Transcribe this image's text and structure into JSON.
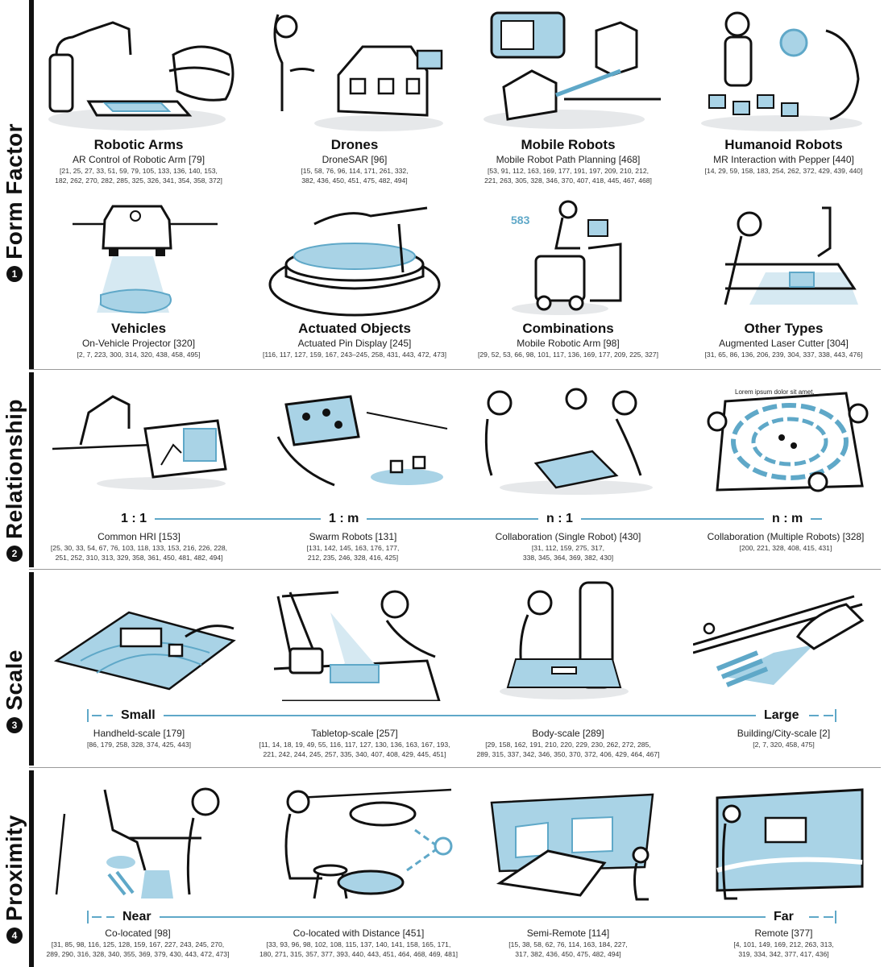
{
  "sections": [
    {
      "title": "Form Factor",
      "number": "1",
      "rows": [
        [
          {
            "title": "Robotic Arms",
            "example": "AR Control of Robotic Arm [79]",
            "refs": [
              "[21, 25, 27, 33, 51, 59, 79, 105, 133, 136, 140, 153,",
              "182, 262, 270, 282, 285, 325, 326, 341, 354, 358, 372]"
            ]
          },
          {
            "title": "Drones",
            "example": "DroneSAR [96]",
            "refs": [
              "[15, 58, 76, 96, 114, 171, 261, 332,",
              "382, 436, 450, 451, 475, 482, 494]"
            ]
          },
          {
            "title": "Mobile Robots",
            "example": "Mobile Robot Path Planning [468]",
            "refs": [
              "[53, 91, 112, 163, 169, 177, 191, 197, 209, 210, 212,",
              "221, 263, 305, 328, 346, 370, 407, 418, 445, 467, 468]"
            ]
          },
          {
            "title": "Humanoid Robots",
            "example": "MR Interaction with Pepper [440]",
            "refs": [
              "[14, 29, 59, 158, 183, 254, 262, 372, 429, 439, 440]"
            ]
          }
        ],
        [
          {
            "title": "Vehicles",
            "example": "On-Vehicle Projector [320]",
            "refs": [
              "[2, 7, 223, 300, 314, 320, 438, 458, 495]"
            ]
          },
          {
            "title": "Actuated Objects",
            "example": "Actuated Pin Display [245]",
            "refs": [
              "[116, 117, 127, 159, 167, 243–245, 258, 431, 443, 472, 473]"
            ]
          },
          {
            "title": "Combinations",
            "example": "Mobile Robotic Arm [98]",
            "refs": [
              "[29, 52, 53, 66, 98, 101, 117, 136, 169, 177, 209, 225, 327]"
            ]
          },
          {
            "title": "Other Types",
            "example": "Augmented Laser Cutter [304]",
            "refs": [
              "[31, 65, 86, 136, 206, 239, 304, 337, 338, 443, 476]"
            ]
          }
        ]
      ]
    },
    {
      "title": "Relationship",
      "number": "2",
      "axis": {
        "labels": [
          "1 : 1",
          "1 : m",
          "n : 1",
          "n : m"
        ]
      },
      "annotation": "Lorem ipsum dolor sit amet,",
      "items": [
        {
          "example": "Common HRI [153]",
          "refs": [
            "[25, 30, 33, 54, 67, 76, 103, 118, 133, 153, 216, 226, 228,",
            "251, 252, 310, 313, 329, 358, 361, 450, 481, 482, 494]"
          ]
        },
        {
          "example": "Swarm Robots [131]",
          "refs": [
            "[131, 142, 145, 163, 176, 177,",
            "212, 235, 246, 328, 416, 425]"
          ]
        },
        {
          "example": "Collaboration (Single Robot) [430]",
          "refs": [
            "[31, 112, 159, 275, 317,",
            "338, 345, 364, 369, 382, 430]"
          ]
        },
        {
          "example": "Collaboration (Multiple Robots) [328]",
          "refs": [
            "[200, 221, 328, 408, 415, 431]"
          ]
        }
      ]
    },
    {
      "title": "Scale",
      "number": "3",
      "axis": {
        "left": "Small",
        "right": "Large"
      },
      "items": [
        {
          "example": "Handheld-scale [179]",
          "refs": [
            "[86, 179, 258, 328, 374, 425, 443]"
          ]
        },
        {
          "example": "Tabletop-scale [257]",
          "refs": [
            "[11, 14, 18, 19, 49, 55, 116, 117, 127, 130, 136, 163, 167, 193,",
            "221, 242, 244, 245, 257, 335, 340, 407, 408, 429, 445, 451]"
          ]
        },
        {
          "example": "Body-scale [289]",
          "refs": [
            "[29, 158, 162, 191, 210, 220, 229, 230, 262, 272, 285,",
            "289, 315, 337, 342, 346, 350, 370, 372, 406, 429, 464, 467]"
          ]
        },
        {
          "example": "Building/City-scale [2]",
          "refs": [
            "[2, 7, 320, 458, 475]"
          ]
        }
      ]
    },
    {
      "title": "Proximity",
      "number": "4",
      "axis": {
        "left": "Near",
        "right": "Far"
      },
      "items": [
        {
          "example": "Co-located [98]",
          "refs": [
            "[31, 85, 98, 116, 125, 128, 159, 167, 227, 243, 245, 270,",
            "289, 290, 316, 328, 340, 355, 369, 379, 430, 443, 472, 473]"
          ]
        },
        {
          "example": "Co-located with Distance [451]",
          "refs": [
            "[33, 93, 96, 98, 102, 108, 115, 137, 140, 141, 158, 165, 171,",
            "180, 271, 315, 357, 377, 393, 440, 443, 451, 464, 468, 469, 481]"
          ]
        },
        {
          "example": "Semi-Remote [114]",
          "refs": [
            "[15, 38, 58, 62, 76, 114, 163, 184, 227,",
            "317, 382, 436, 450, 475, 482, 494]"
          ]
        },
        {
          "example": "Remote [377]",
          "refs": [
            "[4, 101, 149, 169, 212, 263, 313,",
            "319, 334, 342, 377, 417, 436]"
          ]
        }
      ]
    }
  ],
  "colors": {
    "accent": "#5fa8c8",
    "accent_fill": "#a9d3e6",
    "ink": "#111111",
    "shadow": "#e6e8ea"
  }
}
